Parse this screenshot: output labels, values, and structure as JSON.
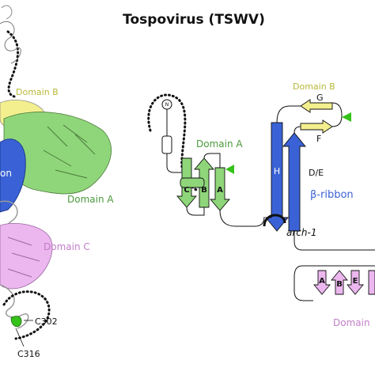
{
  "title": "Tospovirus (TSWV)",
  "left_panel": {
    "domain_b": "Domain B",
    "domain_a": "Domain A",
    "domain_c": "Domain C",
    "on_fragment": "on",
    "c302": "C302",
    "c316": "C316"
  },
  "right_panel": {
    "n_terminus": "N",
    "domain_a": "Domain A",
    "domain_b": "Domain B",
    "domain_c_partial": "Domain",
    "strand_c": "C",
    "strand_b": "B",
    "strand_a": "A",
    "helix_h": "H",
    "strand_de": "D/E",
    "beta_ribbon": "β-ribbon",
    "arch": "arch-1",
    "strand_g": "G",
    "strand_f": "F",
    "strand_c_lower": "A",
    "strand_b_lower": "B",
    "strand_e_lower": "E"
  },
  "colors": {
    "domain_a": "#8fd67a",
    "domain_b": "#f3ef8e",
    "domain_c": "#ecb6ef",
    "beta_ribbon": "#3a62d6",
    "marker": "#35c21a"
  }
}
